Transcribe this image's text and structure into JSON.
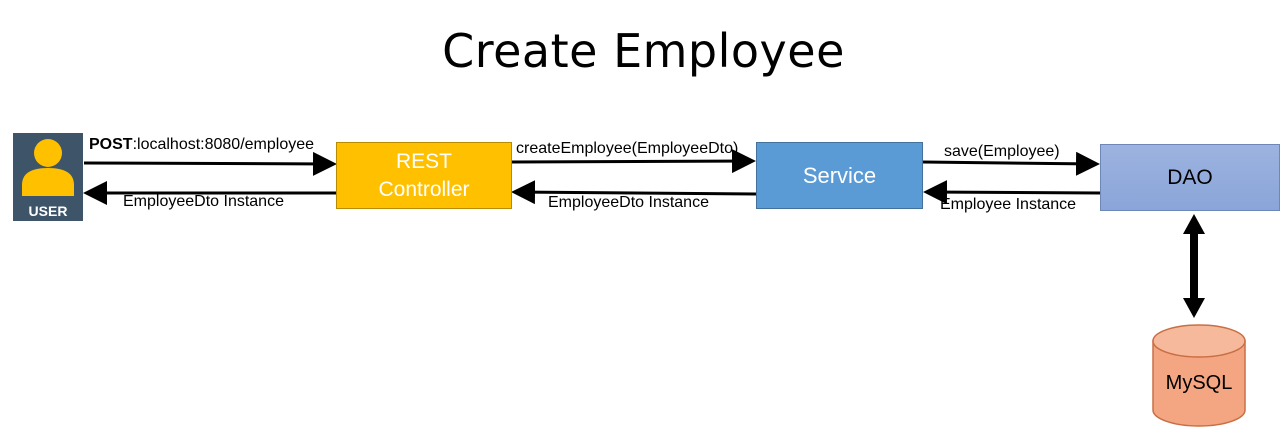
{
  "title": "Create Employee",
  "nodes": {
    "user": {
      "label": "USER",
      "icon": "user-icon"
    },
    "controller": {
      "line1": "REST",
      "line2": "Controller"
    },
    "service": {
      "label": "Service"
    },
    "dao": {
      "label": "DAO"
    },
    "database": {
      "label": "MySQL",
      "icon": "database-cylinder-icon"
    }
  },
  "edges": {
    "user_to_controller": {
      "method": "POST",
      "text": ":localhost:8080/employee"
    },
    "controller_to_user": {
      "text": "EmployeeDto Instance"
    },
    "controller_to_service": {
      "text": "createEmployee(EmployeeDto)"
    },
    "service_to_controller": {
      "text": "EmployeeDto Instance"
    },
    "service_to_dao": {
      "text": "save(Employee)"
    },
    "dao_to_service": {
      "text": "Employee Instance"
    }
  },
  "colors": {
    "controller": "#ffc000",
    "service": "#5b9bd5",
    "dao": "#8faadc",
    "database": "#f4a582",
    "user_bg": "#3e5468",
    "user_figure": "#ffc000"
  }
}
